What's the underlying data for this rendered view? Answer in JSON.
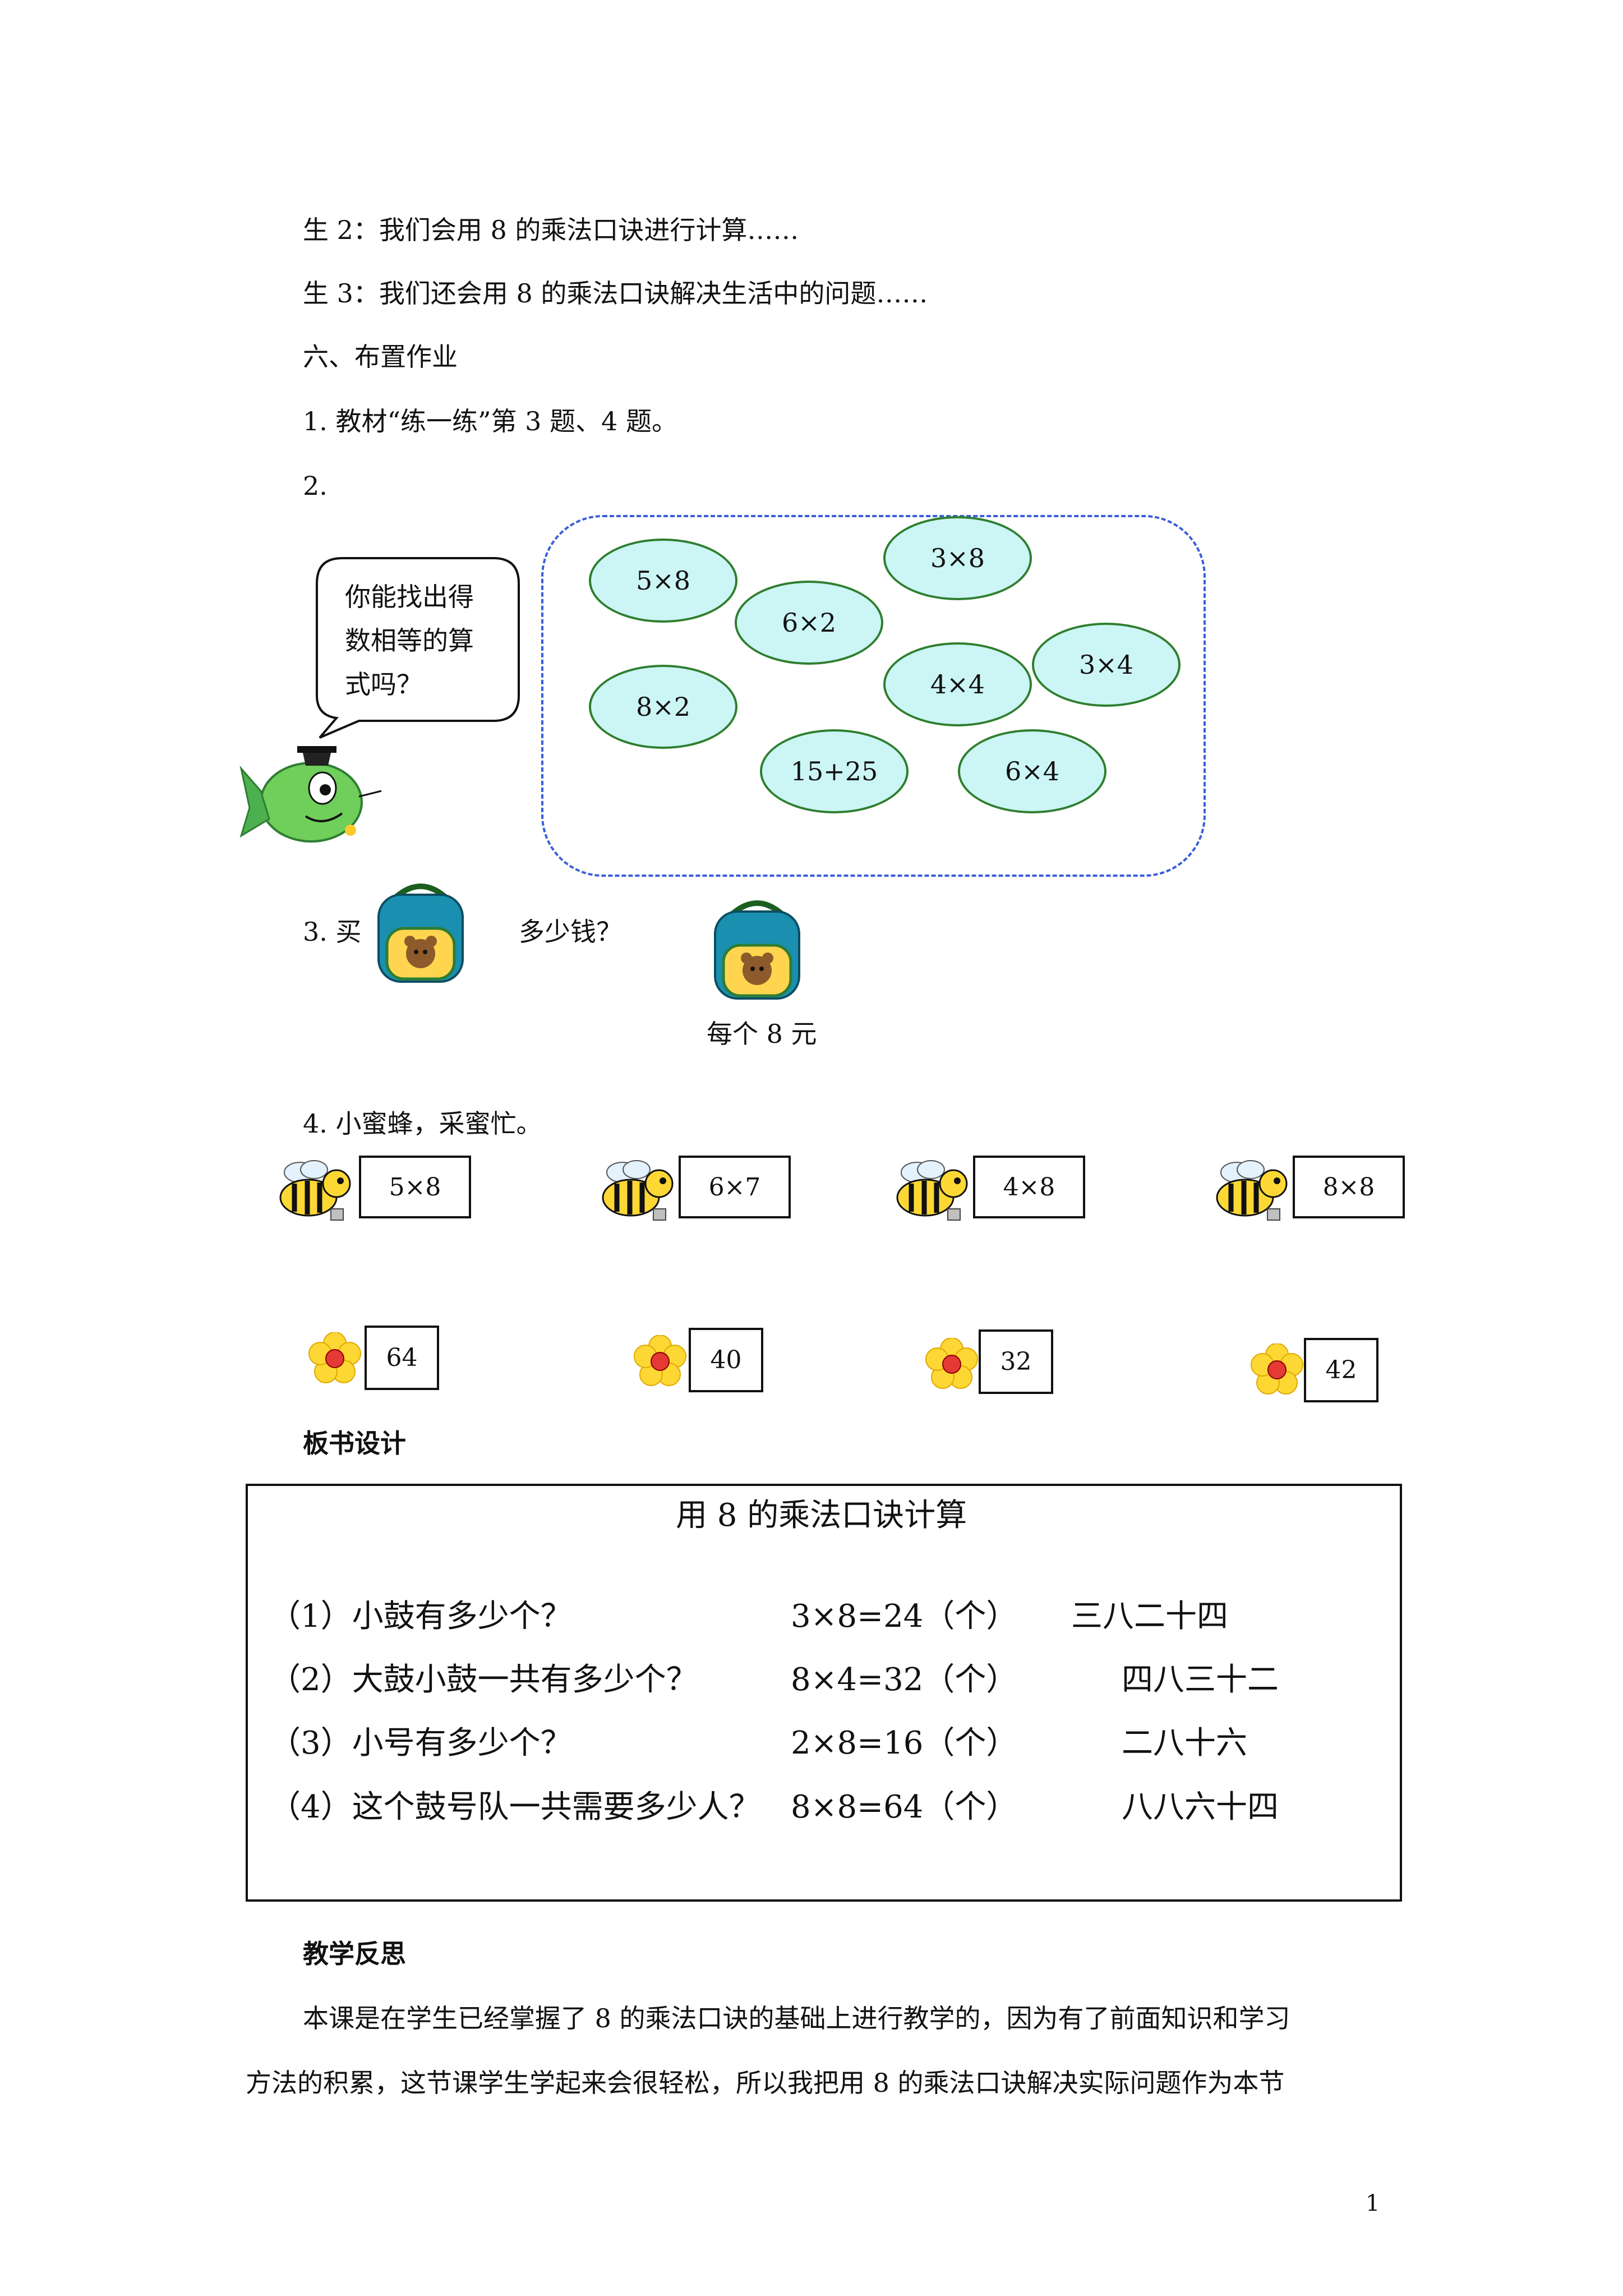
{
  "top_lines": [
    "生 2：我们会用 8 的乘法口诀进行计算……",
    "生 3：我们还会用 8 的乘法口诀解决生活中的问题……",
    "六、布置作业",
    "1.  教材“练一练”第 3 题、4 题。",
    "2."
  ],
  "speech_bubble": {
    "lines": [
      "你能找出得",
      "数相等的算",
      "式吗？"
    ]
  },
  "ovals": [
    "5×8",
    "3×8",
    "6×2",
    "3×4",
    "4×4",
    "8×2",
    "15+25",
    "6×4"
  ],
  "q3": {
    "prefix": "3. 买",
    "suffix": "多少钱？",
    "price": "每个 8 元"
  },
  "q4": {
    "title": "4.  小蜜蜂，采蜜忙。",
    "bees": [
      "5×8",
      "6×7",
      "4×8",
      "8×8"
    ],
    "flowers": [
      "64",
      "40",
      "32",
      "42"
    ]
  },
  "board": {
    "heading": "板书设计",
    "title": "用 8 的乘法口诀计算",
    "rows": [
      {
        "q": "（1）小鼓有多少个？",
        "eq": "3×8=24（个）",
        "rhyme": "三八二十四"
      },
      {
        "q": "（2）大鼓小鼓一共有多少个？",
        "eq": "8×4=32（个）",
        "rhyme": "四八三十二"
      },
      {
        "q": "（3）小号有多少个？",
        "eq": "2×8=16（个）",
        "rhyme": "二八十六"
      },
      {
        "q": "（4）这个鼓号队一共需要多少人？",
        "eq": "8×8=64（个）",
        "rhyme": "八八六十四"
      }
    ]
  },
  "reflection": {
    "heading": "教学反思",
    "p1": "本课是在学生已经掌握了 8 的乘法口诀的基础上进行教学的，因为有了前面知识和学习",
    "p2": "方法的积累，这节课学生学起来会很轻松，所以我把用 8 的乘法口诀解决实际问题作为本节"
  },
  "page_number": "1",
  "colors": {
    "oval_fill": "#ccf5f6",
    "oval_border": "#2f7f2f",
    "dashed_border": "#3a5fd9"
  }
}
